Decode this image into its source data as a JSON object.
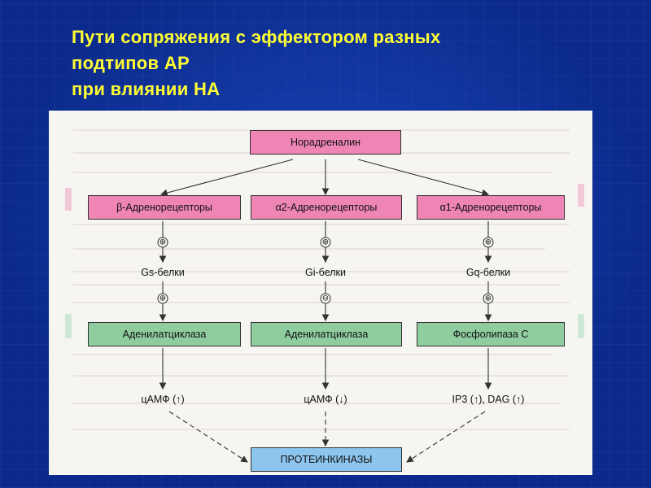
{
  "slide": {
    "title_lines": [
      "Пути сопряжения с эффектором разных",
      "подтипов АР",
      "при влиянии НА"
    ]
  },
  "diagram": {
    "top": "Норадреналин",
    "receptors": [
      "β-Адренорецепторы",
      "α2-Адренорецепторы",
      "α1-Адренорецепторы"
    ],
    "g_proteins": [
      "Gs-белки",
      "Gi-белки",
      "Gq-белки"
    ],
    "effectors": [
      "Аденилатциклаза",
      "Аденилатциклаза",
      "Фосфолипаза С"
    ],
    "messengers": [
      "цАМФ (↑)",
      "цАМФ (↓)",
      "IP3 (↑), DAG (↑)"
    ],
    "bottom": "ПРОТЕИНКИНАЗЫ",
    "signs_upper": [
      "⊕",
      "⊕",
      "⊕"
    ],
    "signs_lower": [
      "⊕",
      "⊖",
      "⊕"
    ]
  },
  "colors": {
    "title": "#ffff33",
    "background": "#0b2a8c",
    "pink": "#ee85b5",
    "green": "#8fcd9f",
    "blue": "#8cc5ee"
  }
}
